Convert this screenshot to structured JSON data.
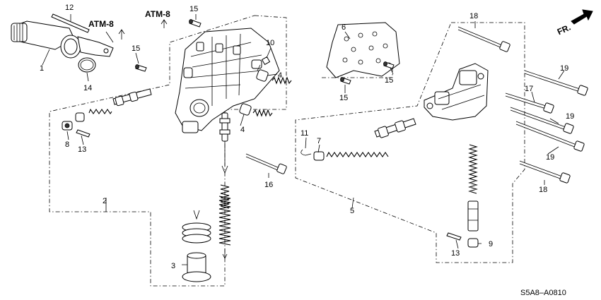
{
  "diagram": {
    "refs": {
      "atm_left": "ATM-8",
      "atm_top": "ATM-8"
    },
    "direction_label": "FR.",
    "diagram_code": "S5A8–A0810",
    "callouts": {
      "c1": "1",
      "c2": "2",
      "c3": "3",
      "c4a": "4",
      "c4b": "4",
      "c5": "5",
      "c6": "6",
      "c7": "7",
      "c8": "8",
      "c9": "9",
      "c10": "10",
      "c11": "11",
      "c12": "12",
      "c13a": "13",
      "c13b": "13",
      "c14": "14",
      "c15a": "15",
      "c15b": "15",
      "c15c": "15",
      "c15d": "15",
      "c16": "16",
      "c17": "17",
      "c18a": "18",
      "c18b": "18",
      "c19a": "19",
      "c19b": "19",
      "c19c": "19"
    }
  }
}
